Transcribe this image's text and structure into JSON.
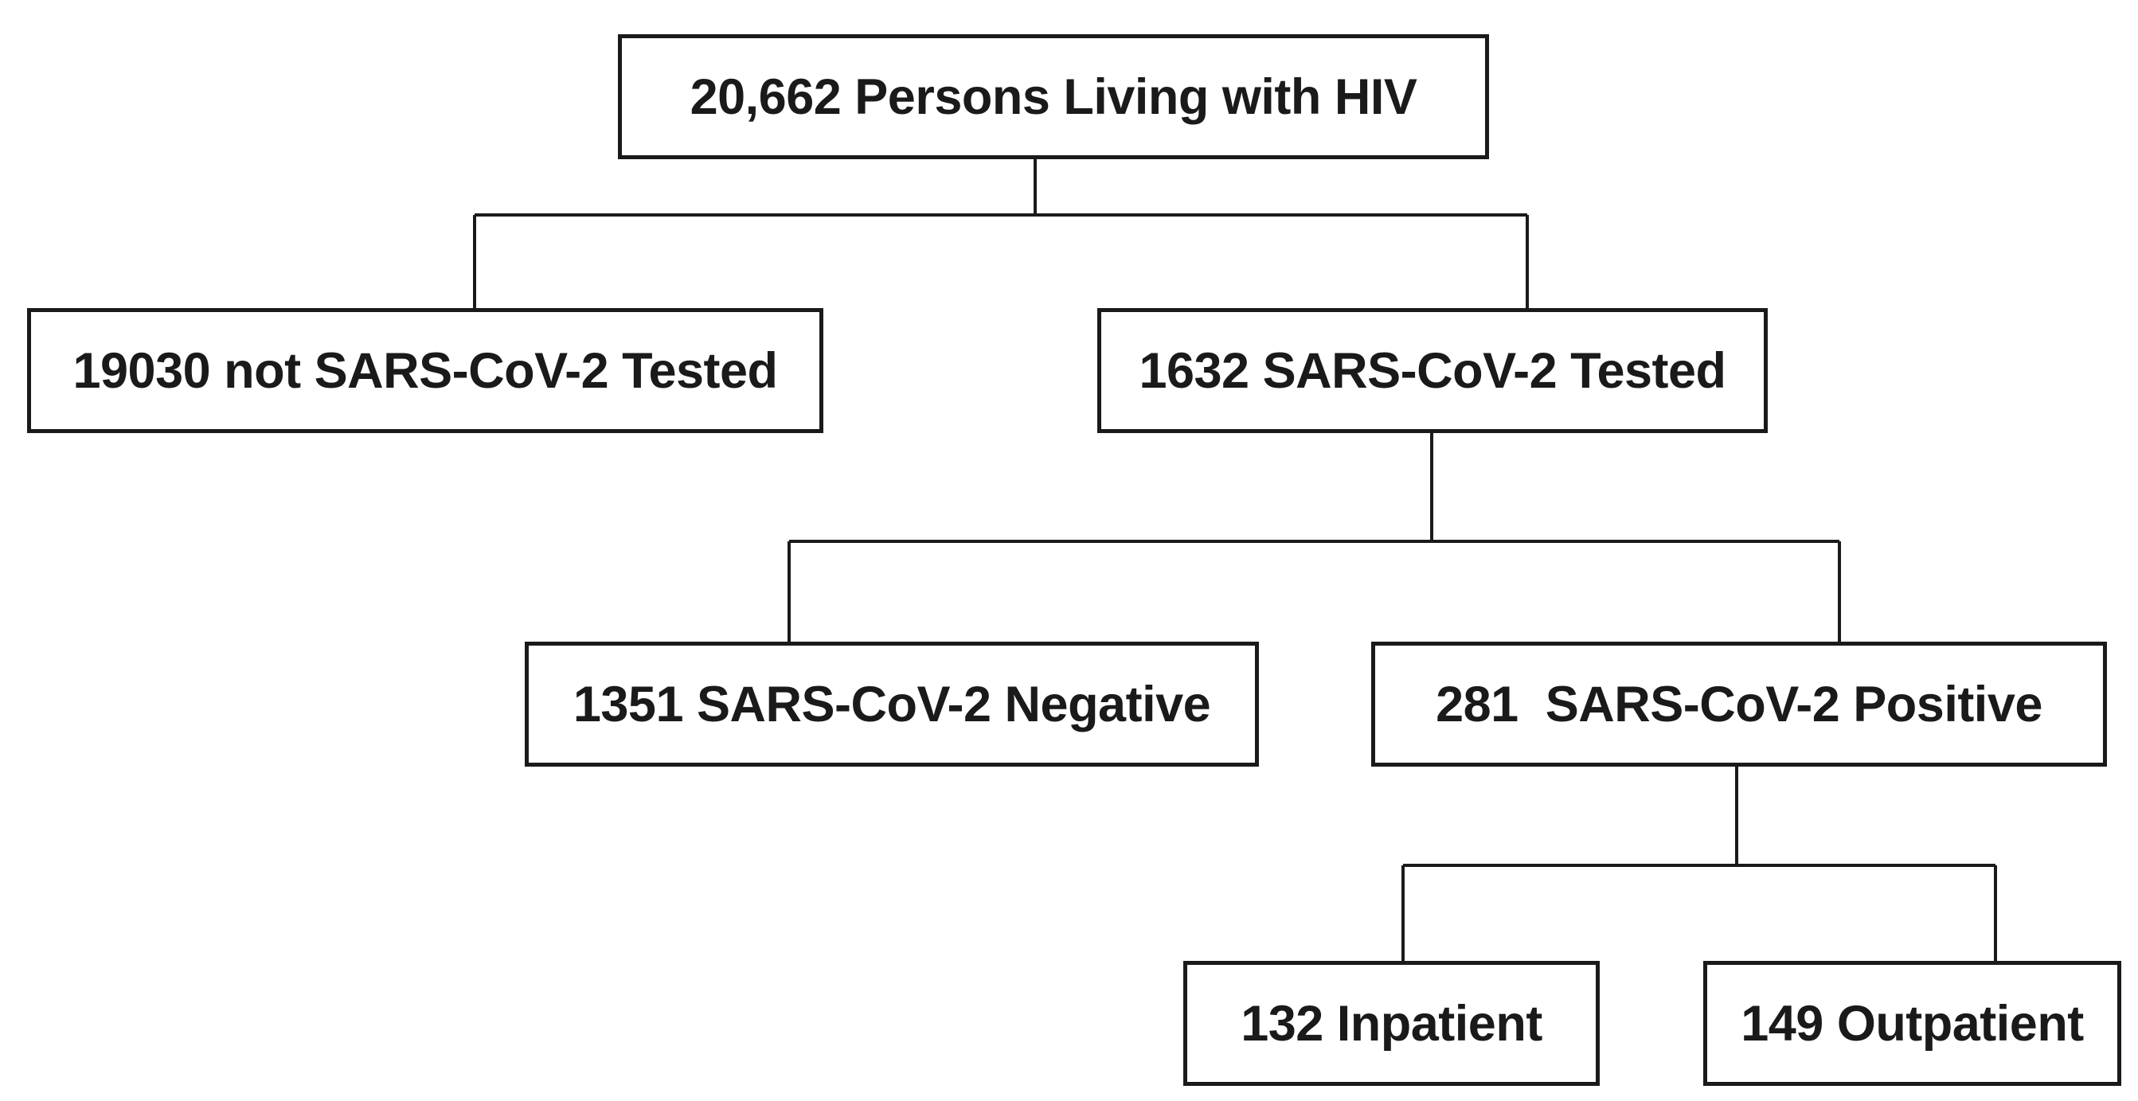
{
  "flowchart": {
    "root": {
      "label": "20,662 Persons Living with HIV"
    },
    "not_tested": {
      "label": "19030 not SARS-CoV-2 Tested"
    },
    "tested": {
      "label": "1632 SARS-CoV-2 Tested"
    },
    "negative": {
      "label": "1351 SARS-CoV-2 Negative"
    },
    "positive": {
      "label": "281  SARS-CoV-2 Positive"
    },
    "inpatient": {
      "label": "132 Inpatient"
    },
    "outpatient": {
      "label": "149 Outpatient"
    }
  },
  "colors": {
    "stroke": "#1a1a1a",
    "background": "#ffffff"
  }
}
